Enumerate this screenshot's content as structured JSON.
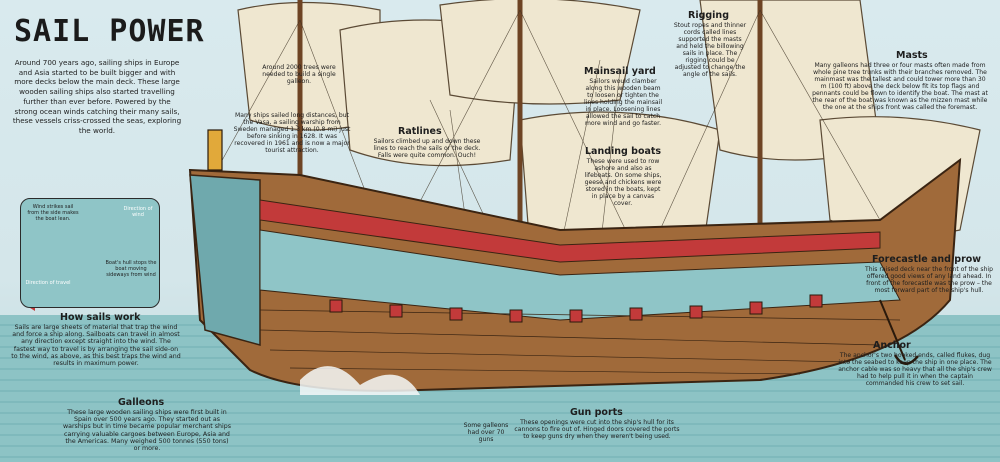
{
  "title": "SAIL POWER",
  "intro": "Around 700 years ago, sailing ships in Europe and Asia started to be built bigger and with more decks below the main deck. These large wooden sailing ships also started travelling further than ever before. Powered by the strong ocean winds catching their many sails, these vessels criss-crossed the seas, exploring the world.",
  "diagram": {
    "wind_label": "Wind strikes sail from the side makes the boat lean.",
    "direction_label": "Direction of wind",
    "keel_label": "Boat's hull stops the boat moving sideways from wind",
    "direction_of_travel": "Direction of travel"
  },
  "sections": {
    "how_sails_work": {
      "heading": "How sails work",
      "text": "Sails are large sheets of material that trap the wind and force a ship along. Sailboats can travel in almost any direction except straight into the wind. The fastest way to travel is by arranging the sail side-on to the wind, as above, as this best traps the wind and results in maximum power."
    },
    "galleons": {
      "heading": "Galleons",
      "text": "These large wooden sailing ships were first built in Spain over 500 years ago. They started out as warships but in time became popular merchant ships carrying valuable cargoes between Europe, Asia and the Americas. Many weighed 500 tonnes (550 tons) or more."
    },
    "trees": "Around 2000 trees were needed to build a single galleon.",
    "vasa": "Many ships sailed long distances, but the Vasa, a sailing warship from Sweden managed 1.3 km (0.8 mi) just before sinking in 1628. It was recovered in 1961 and is now a major tourist attraction.",
    "ratlines": {
      "heading": "Ratlines",
      "text": "Sailors climbed up and down these lines to reach the sails or the deck. Falls were quite common. Ouch!"
    },
    "mainsail_yard": {
      "heading": "Mainsail yard",
      "text": "Sailors would clamber along this wooden beam to loosen or tighten the lines holding the mainsail in place. Loosening lines allowed the sail to catch more wind and go faster."
    },
    "landing_boats": {
      "heading": "Landing boats",
      "text": "These were used to row ashore and also as lifeboats. On some ships, geese and chickens were stored in the boats, kept in place by a canvas cover."
    },
    "rigging": {
      "heading": "Rigging",
      "text": "Stout ropes and thinner cords called lines supported the masts and held the billowing sails in place. The rigging could be adjusted to change the angle of the sails."
    },
    "masts": {
      "heading": "Masts",
      "text": "Many galleons had three or four masts often made from whole pine tree trunks with their branches removed. The mainmast was the tallest and could tower more than 30 m (100 ft) above the deck below fit its top flags and pennants could be flown to identify the boat. The mast at the rear of the boat was known as the mizzen mast while the one at the ships front was called the foremast."
    },
    "forecastle": {
      "heading": "Forecastle and prow",
      "text": "This raised deck near the front of the ship offered good views of any land ahead. In front of the forecastle was the prow – the most forward part of the ship's hull."
    },
    "anchor": {
      "heading": "Anchor",
      "text": "The anchor's two hooked ends, called flukes, dug into the seabed to keep the ship in one place. The anchor cable was so heavy that all the ship's crew had to help pull it in when the captain commanded his crew to set sail."
    },
    "gun_ports": {
      "heading": "Gun ports",
      "text": "These openings were cut into the ship's hull for its cannons to fire out of. Hinged doors covered the ports to keep guns dry when they weren't being used."
    },
    "some_galleons": "Some galleons had over 70 guns"
  },
  "colors": {
    "hull": "#a06a3a",
    "hull_dark": "#6e4424",
    "sail": "#efe7d0",
    "sea": "#8dc3c5",
    "accent_red": "#c23a3a",
    "teal_panel": "#6fa9ad"
  }
}
